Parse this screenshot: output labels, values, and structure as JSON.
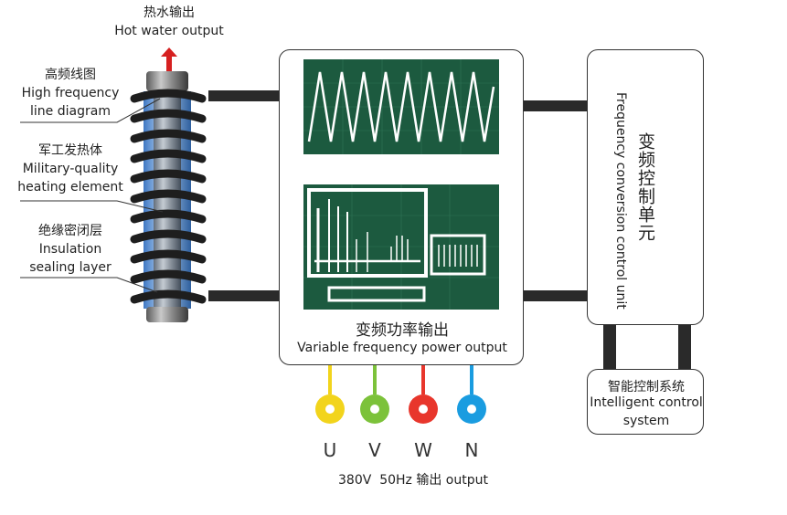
{
  "hot_water": {
    "cn": "热水输出",
    "en": "Hot water output"
  },
  "coil_labels": [
    {
      "cn": "高频线图",
      "en1": "High frequency",
      "en2": "line diagram"
    },
    {
      "cn": "军工发热体",
      "en1": "Military-quality",
      "en2": "heating element"
    },
    {
      "cn": "绝缘密闭层",
      "en1": "Insulation",
      "en2": "sealing layer"
    }
  ],
  "power_box": {
    "cn": "变频功率输出",
    "en": "Variable frequency power output"
  },
  "control_unit": {
    "cn": "变频控制单元",
    "en": "Frequency conversion control unit"
  },
  "intelligent": {
    "cn": "智能控制系统",
    "en1": "Intelligent control",
    "en2": "system"
  },
  "phases": [
    {
      "letter": "U",
      "color": "#f2d41c"
    },
    {
      "letter": "V",
      "color": "#7cc23a"
    },
    {
      "letter": "W",
      "color": "#e8362c"
    },
    {
      "letter": "N",
      "color": "#1a9ce0"
    }
  ],
  "supply": "380V  50Hz 输出 output",
  "colors": {
    "screen": "#1c5a3f",
    "screen_line": "#ffffff",
    "arrow": "#d62020"
  }
}
